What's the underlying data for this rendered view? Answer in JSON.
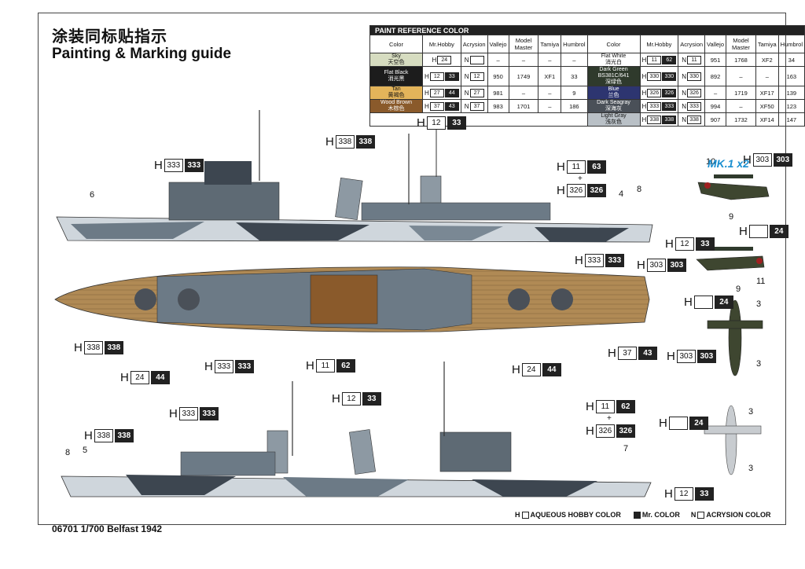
{
  "title_cn": "涂装同标贴指示",
  "title_en": "Painting & Marking guide",
  "paint_table": {
    "caption": "PAINT REFERENCE COLOR",
    "headers": [
      "Color",
      "Mr.Hobby",
      "Acrysion",
      "Vallejo",
      "Model Master",
      "Tamiya",
      "Humbrol"
    ],
    "left": [
      {
        "en": "Sky",
        "cn": "天空色",
        "h": "24",
        "n": "",
        "vallejo": "–",
        "mm": "–",
        "tamiya": "–",
        "humbrol": "–",
        "color": "#d6dcc0"
      },
      {
        "en": "Flat Black",
        "cn": "消光黑",
        "h": "12",
        "h2": "33",
        "n": "12",
        "vallejo": "950",
        "mm": "1749",
        "tamiya": "XF1",
        "humbrol": "33",
        "color": "#1c1c1c",
        "light": true
      },
      {
        "en": "Tan",
        "cn": "黄褐色",
        "h": "27",
        "h2": "44",
        "n": "27",
        "vallejo": "981",
        "mm": "–",
        "tamiya": "–",
        "humbrol": "9",
        "color": "#e3b45a"
      },
      {
        "en": "Wood Brown",
        "cn": "木棕色",
        "h": "37",
        "h2": "43",
        "n": "37",
        "vallejo": "983",
        "mm": "1701",
        "tamiya": "–",
        "humbrol": "186",
        "color": "#8a5a2b",
        "light": true
      }
    ],
    "right": [
      {
        "en": "Flat White",
        "cn": "消光白",
        "h": "11",
        "h2": "62",
        "n": "11",
        "vallejo": "951",
        "mm": "1768",
        "tamiya": "XF2",
        "humbrol": "34",
        "color": "#ffffff"
      },
      {
        "en": "Dark Green BS381C/641",
        "cn": "深绿色",
        "h": "330",
        "h2": "330",
        "n": "330",
        "vallejo": "892",
        "mm": "–",
        "tamiya": "–",
        "humbrol": "163",
        "color": "#2f3a2c",
        "light": true
      },
      {
        "en": "Blue",
        "cn": "兰色",
        "h": "326",
        "h2": "326",
        "n": "326",
        "vallejo": "–",
        "mm": "1719",
        "tamiya": "XF17",
        "humbrol": "139",
        "color": "#2d3570",
        "light": true
      },
      {
        "en": "Dark Seagray",
        "cn": "深海灰",
        "h": "333",
        "h2": "333",
        "n": "333",
        "vallejo": "994",
        "mm": "–",
        "tamiya": "XF50",
        "humbrol": "123",
        "color": "#4a5058",
        "light": true
      },
      {
        "en": "Light Gray",
        "cn": "浅灰色",
        "h": "338",
        "h2": "338",
        "n": "338",
        "vallejo": "907",
        "mm": "1732",
        "tamiya": "XF14",
        "humbrol": "147",
        "color": "#b9c0c6"
      }
    ]
  },
  "callouts": [
    {
      "id": "c1",
      "h": "12",
      "b": "33"
    },
    {
      "id": "c2",
      "h": "338",
      "b": "338"
    },
    {
      "id": "c3",
      "h": "333",
      "b": "333"
    },
    {
      "id": "c4",
      "h": "11",
      "b": "63"
    },
    {
      "id": "c5",
      "h": "326",
      "b": "326"
    },
    {
      "id": "c6",
      "h": "12",
      "b": "33"
    },
    {
      "id": "c7",
      "h": "333",
      "b": "333"
    },
    {
      "id": "c8",
      "h": "303",
      "b": "303"
    },
    {
      "id": "c9",
      "h": "338",
      "b": "338"
    },
    {
      "id": "c10",
      "h": "333",
      "b": "333"
    },
    {
      "id": "c11",
      "h": "11",
      "b": "62"
    },
    {
      "id": "c12",
      "h": "24",
      "b": "44"
    },
    {
      "id": "c13",
      "h": "24",
      "b": "44"
    },
    {
      "id": "c14",
      "h": "37",
      "b": "43"
    },
    {
      "id": "c15",
      "h": "12",
      "b": "33"
    },
    {
      "id": "c16",
      "h": "333",
      "b": "333"
    },
    {
      "id": "c17",
      "h": "338",
      "b": "338"
    },
    {
      "id": "c18",
      "h": "11",
      "b": "62"
    },
    {
      "id": "c19",
      "h": "326",
      "b": "326"
    },
    {
      "id": "c20",
      "h": "12",
      "b": "33"
    },
    {
      "id": "c21",
      "h": "303",
      "b": "303"
    },
    {
      "id": "c22",
      "h": "",
      "b": "24"
    },
    {
      "id": "c23",
      "h": "",
      "b": "24"
    },
    {
      "id": "c24",
      "h": "303",
      "b": "303"
    },
    {
      "id": "c25",
      "h": "",
      "b": "24"
    }
  ],
  "numbers": [
    "6",
    "4",
    "8",
    "10",
    "9",
    "11",
    "9",
    "3",
    "3",
    "3",
    "3",
    "8",
    "5",
    "7"
  ],
  "plus": "+",
  "mk_label": "MK.1 x2",
  "footer": "06701 1/700  Belfast 1942",
  "legend": {
    "h": "AQUEOUS HOBBY COLOR",
    "m": "Mr. COLOR",
    "n": "ACRYSION COLOR",
    "h_prefix": "H",
    "n_prefix": "N"
  }
}
